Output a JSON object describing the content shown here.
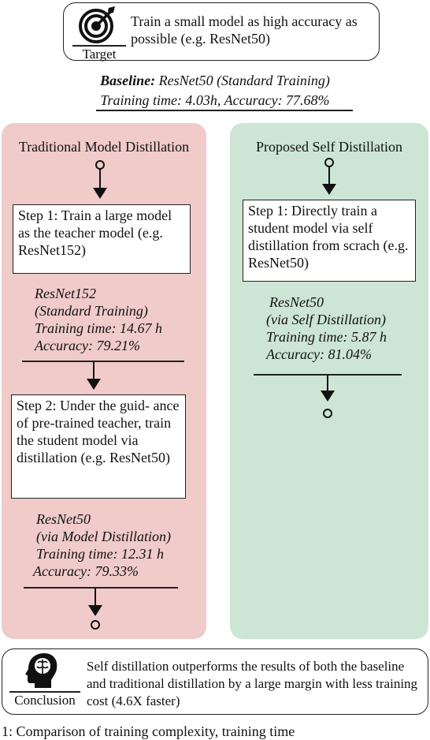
{
  "target": {
    "caption": "Target",
    "text": "Train a small model  as high accuracy as possible (e.g. ResNet50)"
  },
  "baseline": {
    "label": "Baseline:",
    "model": "ResNet50 (Standard Training)",
    "stats": "Training time: 4.03h, Accuracy: 77.68%"
  },
  "left_panel": {
    "title": "Traditional Model Distillation",
    "color": "#f0cbc9",
    "step1": "Step 1: Train a large model as the teacher model (e.g. ResNet152)",
    "result1": {
      "model": "ResNet152",
      "method": "(Standard Training)",
      "time": "Training time: 14.67 h",
      "accuracy": "Accuracy: 79.21%"
    },
    "step2": "Step 2: Under the guid- ance of pre-trained teacher, train the student model via distillation (e.g. ResNet50)",
    "result2": {
      "model": "ResNet50",
      "method": "(via Model Distillation)",
      "time": "Training time: 12.31 h",
      "accuracy": "Accuracy: 79.33%"
    }
  },
  "right_panel": {
    "title": "Proposed Self Distillation",
    "color": "#cde5d5",
    "step1": "Step 1: Directly train a student model via self distillation from scrach (e.g. ResNet50)",
    "result1": {
      "model": "ResNet50",
      "method": "(via Self Distillation)",
      "time": "Training time: 5.87 h",
      "accuracy": "Accuracy: 81.04%"
    }
  },
  "conclusion": {
    "caption": "Conclusion",
    "text": "Self distillation outperforms the results of both the baseline and traditional distillation by a large margin with less training cost (4.6X faster)"
  },
  "figure_caption": "1: Comparison of training complexity, training time"
}
